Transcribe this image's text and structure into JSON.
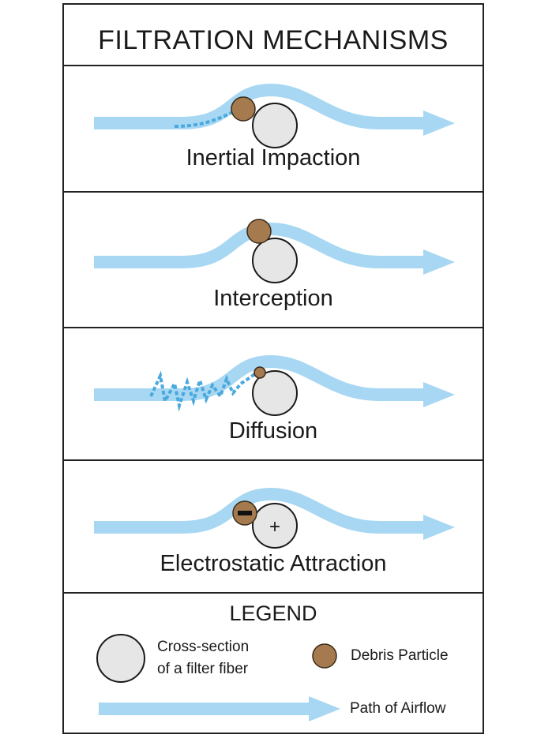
{
  "title": "FILTRATION MECHANISMS",
  "mechanisms": [
    {
      "caption": "Inertial Impaction"
    },
    {
      "caption": "Interception"
    },
    {
      "caption": "Diffusion"
    },
    {
      "caption": "Electrostatic Attraction",
      "particle_charge": "−",
      "fiber_charge": "+"
    }
  ],
  "legend": {
    "title": "LEGEND",
    "fiber_label_line1": "Cross-section",
    "fiber_label_line2": "of a filter fiber",
    "particle_label": "Debris Particle",
    "airflow_label": "Path of Airflow"
  },
  "colors": {
    "airflow": "#a7d7f2",
    "trajectory": "#4aa9dd",
    "fiber_fill": "#e6e6e6",
    "fiber_stroke": "#1a1a1a",
    "particle": "#a57a4e"
  }
}
